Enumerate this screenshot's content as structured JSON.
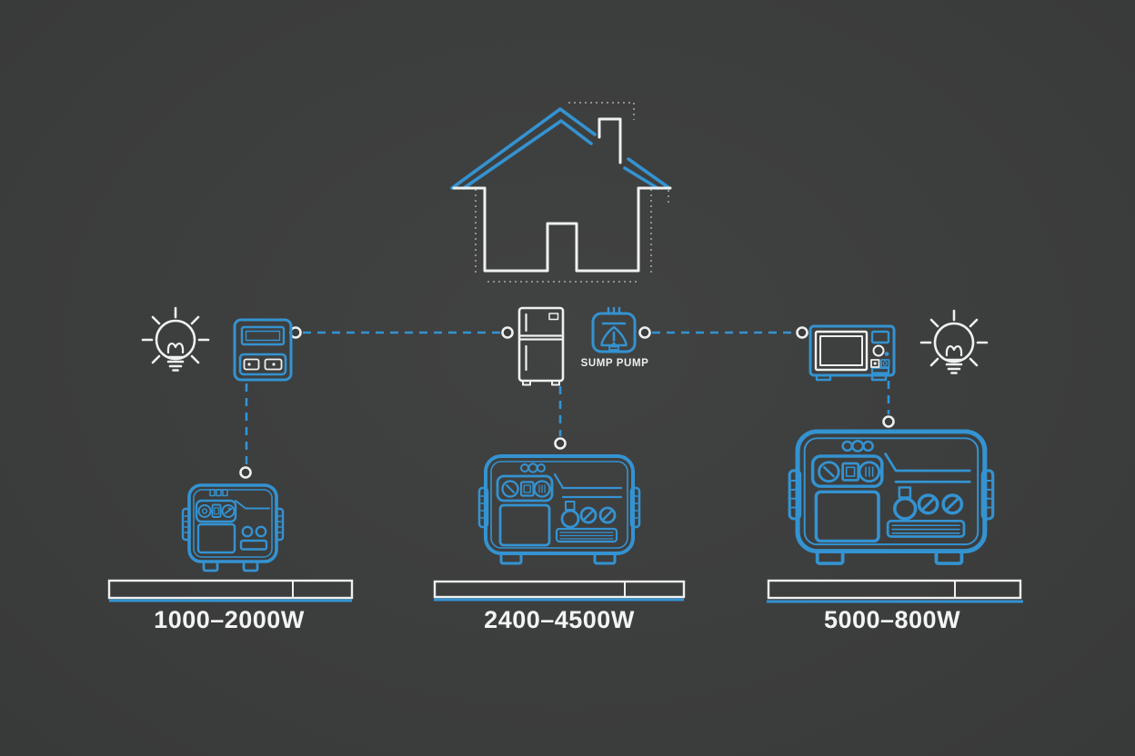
{
  "scene": {
    "description": "generator-sizing-infographic",
    "background_color": "#3b3c3c",
    "accent_blue": "#3493d1",
    "line_white": "#eff1f1",
    "dotted_gray": "#8e9092",
    "text_color": "#f3f4f4"
  },
  "house": {
    "id": "house-outline"
  },
  "appliances": [
    {
      "id": "light-bulb-left",
      "type": "light-bulb"
    },
    {
      "id": "portable-power-station",
      "type": "power-station"
    },
    {
      "id": "refrigerator",
      "type": "refrigerator"
    },
    {
      "id": "sump-pump",
      "type": "sump-pump",
      "label": "SUMP PUMP"
    },
    {
      "id": "microwave",
      "type": "microwave"
    },
    {
      "id": "light-bulb-right",
      "type": "light-bulb"
    }
  ],
  "generators": [
    {
      "id": "generator-small",
      "size": "small",
      "wattage_label": "1000–2000W"
    },
    {
      "id": "generator-medium",
      "size": "medium",
      "wattage_label": "2400–4500W"
    },
    {
      "id": "generator-large",
      "size": "large",
      "wattage_label": "5000–800W"
    }
  ]
}
